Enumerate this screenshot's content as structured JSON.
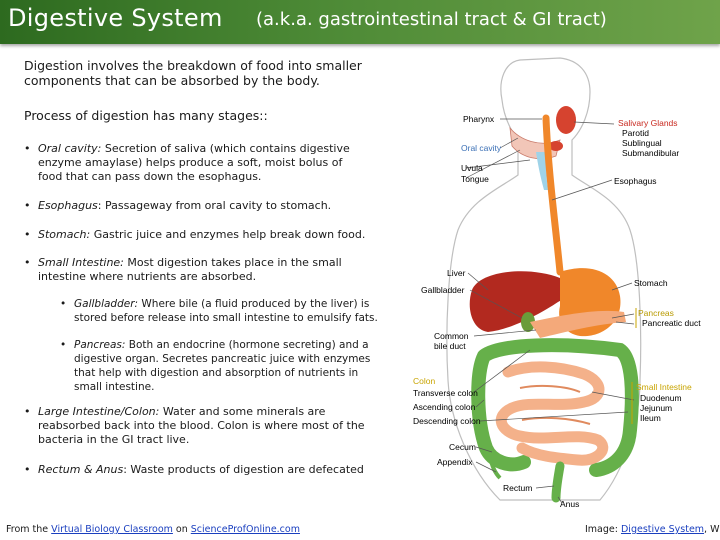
{
  "header": {
    "title": "Digestive System",
    "subtitle": "(a.k.a. gastrointestinal tract & GI tract)"
  },
  "intro": "Digestion involves the breakdown of food into smaller components that can be absorbed by the body.",
  "process_heading": "Process of digestion has many stages::",
  "stages": [
    {
      "term": "Oral cavity:",
      "text": " Secretion of saliva (which contains digestive enzyme amaylase) helps produce a soft, moist bolus of food that can pass down the esophagus."
    },
    {
      "term": "Esophagus",
      "text": ": Passageway from oral cavity to stomach."
    },
    {
      "term": "Stomach:",
      "text": " Gastric juice and enzymes help break down food."
    },
    {
      "term": "Small Intestine:",
      "text": " Most digestion takes place in the small intestine where nutrients are absorbed."
    },
    {
      "term": "Gallbladder:",
      "text": "  Where bile (a fluid produced by the liver) is stored before release into small intestine to emulsify fats."
    },
    {
      "term": "Pancreas:",
      "text": " Both an endocrine (hormone secreting) and a digestive organ. Secretes pancreatic juice with enzymes that help with digestion and absorption of nutrients in small intestine."
    },
    {
      "term": "Large Intestine/Colon:",
      "text": " Water and some minerals are reabsorbed back into the blood. Colon is where most of the bacteria in the GI tract live."
    },
    {
      "term": "Rectum & Anus",
      "text": ": Waste products of digestion are defecated"
    }
  ],
  "footer": {
    "left_prefix": "From the ",
    "left_link1": "Virtual Biology Classroom",
    "left_mid": " on ",
    "left_link2": "ScienceProfOnline.com",
    "right_prefix": "Image: ",
    "right_link": "Digestive System",
    "right_suffix": ", Wiki"
  },
  "diagram_labels": {
    "pharynx": "Pharynx",
    "oral_cavity": "Oral cavity",
    "uvula": "Uvula",
    "tongue": "Tongue",
    "salivary_glands": "Salivary Glands",
    "parotid": "Parotid",
    "sublingual": "Sublingual",
    "submandibular": "Submandibular",
    "esophagus": "Esophagus",
    "liver": "Liver",
    "gallbladder": "Gallbladder",
    "stomach": "Stomach",
    "common_bile_duct_1": "Common",
    "common_bile_duct_2": "bile duct",
    "pancreas": "Pancreas",
    "pancreatic_duct": "Pancreatic duct",
    "colon": "Colon",
    "transverse_colon": "Transverse colon",
    "ascending_colon": "Ascending colon",
    "descending_colon": "Descending colon",
    "small_intestine": "Small Intestine",
    "duodenum": "Duodenum",
    "jejunum": "Jejunum",
    "ileum": "Ileum",
    "cecum": "Cecum",
    "appendix": "Appendix",
    "rectum": "Rectum",
    "anus": "Anus"
  },
  "colors": {
    "header_green": "#4d8a36",
    "salivary_red": "#c8281e",
    "colon_yellow": "#c8a400",
    "pancreas_yellow": "#b89a00",
    "small_intestine_yellow": "#c8a400",
    "oral_blue": "#3a6fb5"
  }
}
